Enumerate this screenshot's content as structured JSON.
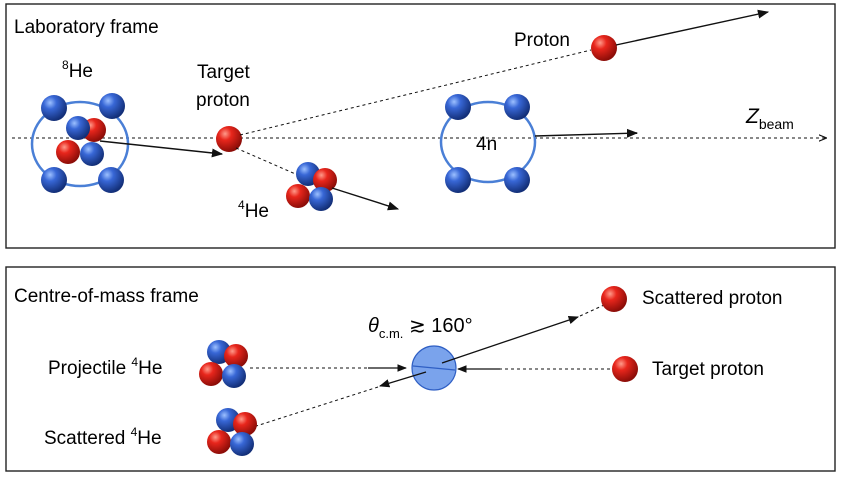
{
  "colors": {
    "proton": "#e0261d",
    "neutron": "#2f5fc4",
    "ring": "#4a7fd6",
    "scatter_disk": "#7aa3ec",
    "frame_border": "#222222",
    "line": "#111111"
  },
  "lab_frame": {
    "title": "Laboratory frame",
    "he8_sup": "8",
    "he8_base": "He",
    "target_line1": "Target",
    "target_line2": "proton",
    "proton_label": "Proton",
    "he4_sup": "4",
    "he4_base": "He",
    "neutrons_label": "4n",
    "beam_axis_base": "Z",
    "beam_axis_sub": "beam"
  },
  "cm_frame": {
    "title": "Centre-of-mass frame",
    "projectile_text": "Projectile ",
    "projectile_sup": "4",
    "projectile_base": "He",
    "scattered_he_text": "Scattered ",
    "scattered_he_sup": "4",
    "scattered_he_base": "He",
    "angle_symbol": "θ",
    "angle_sub": "c.m.",
    "angle_value": " ≳ 160°",
    "scattered_proton_label": "Scattered proton",
    "target_proton_label": "Target proton"
  }
}
